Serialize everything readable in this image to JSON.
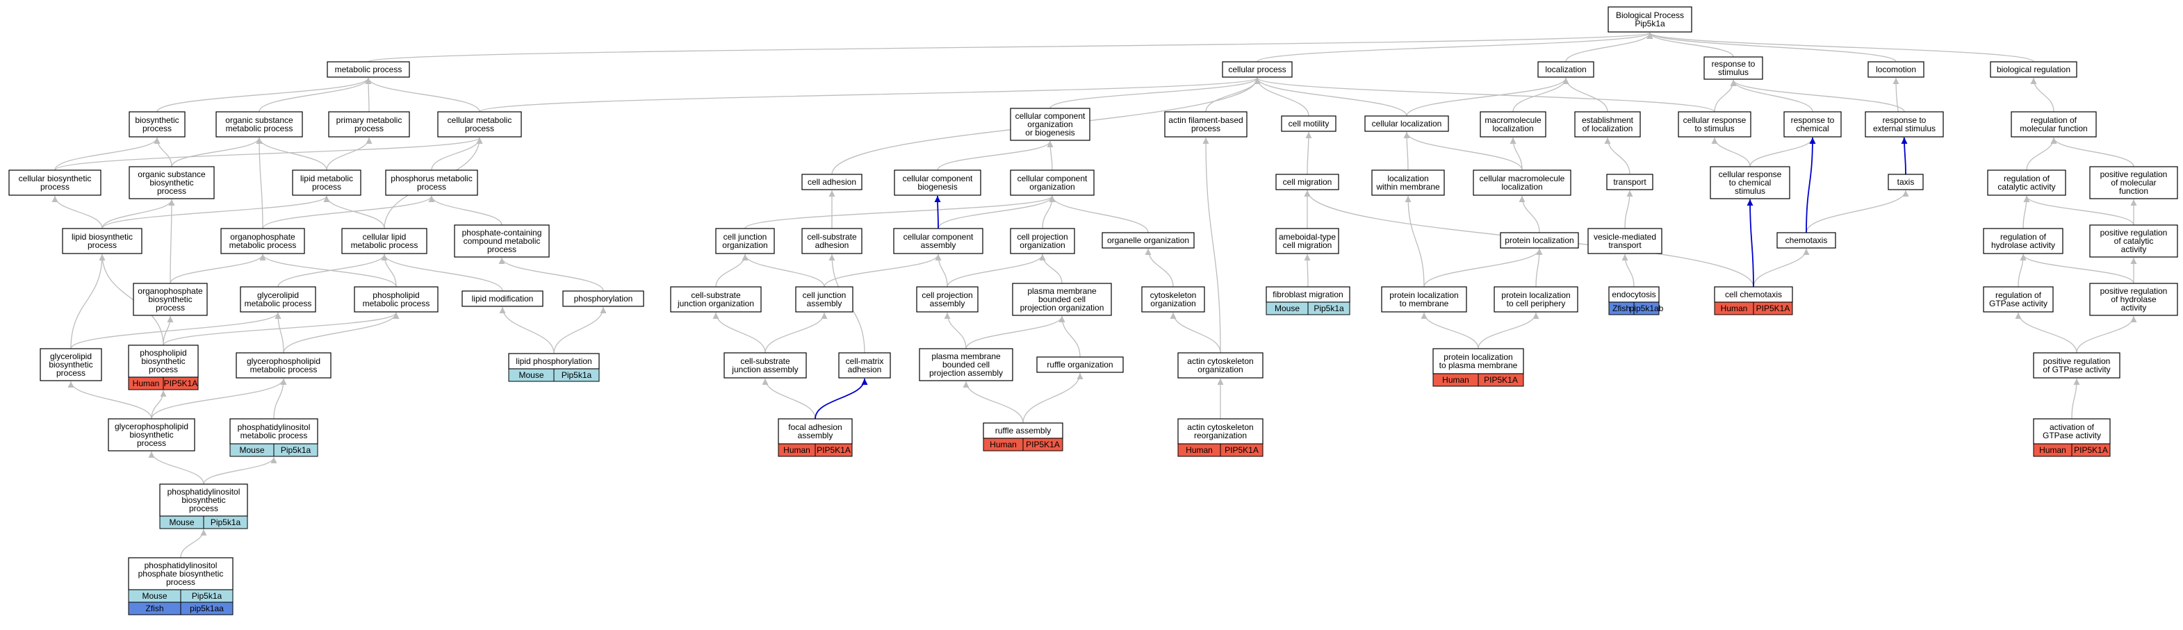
{
  "colors": {
    "edge_gray": "#bdbdbd",
    "edge_blue": "#0000cc",
    "human": "#ef5a45",
    "mouse": "#a7d9e3",
    "zfish": "#5b86e0",
    "node_border": "#000000",
    "node_fill": "#ffffff"
  },
  "nodes": [
    {
      "id": "bp",
      "lines": [
        "Biological Process",
        "Pip5k1a"
      ]
    },
    {
      "id": "metabolic",
      "lines": [
        "metabolic process"
      ]
    },
    {
      "id": "cellular_process",
      "lines": [
        "cellular process"
      ]
    },
    {
      "id": "localization",
      "lines": [
        "localization"
      ]
    },
    {
      "id": "response_stimulus",
      "lines": [
        "response to",
        "stimulus"
      ]
    },
    {
      "id": "locomotion",
      "lines": [
        "locomotion"
      ]
    },
    {
      "id": "bioreg",
      "lines": [
        "biological regulation"
      ]
    },
    {
      "id": "biosynthetic",
      "lines": [
        "biosynthetic",
        "process"
      ]
    },
    {
      "id": "organic_sub_met",
      "lines": [
        "organic substance",
        "metabolic process"
      ]
    },
    {
      "id": "primary_met",
      "lines": [
        "primary metabolic",
        "process"
      ]
    },
    {
      "id": "cellular_met",
      "lines": [
        "cellular metabolic",
        "process"
      ]
    },
    {
      "id": "ccob",
      "lines": [
        "cellular component",
        "organization",
        "or biogenesis"
      ]
    },
    {
      "id": "actin_fil",
      "lines": [
        "actin filament-based",
        "process"
      ]
    },
    {
      "id": "cell_motility",
      "lines": [
        "cell motility"
      ]
    },
    {
      "id": "cellular_loc",
      "lines": [
        "cellular localization"
      ]
    },
    {
      "id": "macromol_loc",
      "lines": [
        "macromolecule",
        "localization"
      ]
    },
    {
      "id": "estab_loc",
      "lines": [
        "establishment",
        "of localization"
      ]
    },
    {
      "id": "cell_resp_stim",
      "lines": [
        "cellular response",
        "to stimulus"
      ]
    },
    {
      "id": "resp_chem",
      "lines": [
        "response to",
        "chemical"
      ]
    },
    {
      "id": "resp_ext",
      "lines": [
        "response to",
        "external stimulus"
      ]
    },
    {
      "id": "reg_mf",
      "lines": [
        "regulation of",
        "molecular function"
      ]
    },
    {
      "id": "cell_biosyn",
      "lines": [
        "cellular biosynthetic",
        "process"
      ]
    },
    {
      "id": "org_sub_biosyn",
      "lines": [
        "organic substance",
        "biosynthetic",
        "process"
      ]
    },
    {
      "id": "lipid_met",
      "lines": [
        "lipid metabolic",
        "process"
      ]
    },
    {
      "id": "phosphorus_met",
      "lines": [
        "phosphorus metabolic",
        "process"
      ]
    },
    {
      "id": "cell_adhesion",
      "lines": [
        "cell adhesion"
      ]
    },
    {
      "id": "cc_biogenesis",
      "lines": [
        "cellular component",
        "biogenesis"
      ]
    },
    {
      "id": "cc_org",
      "lines": [
        "cellular component",
        "organization"
      ]
    },
    {
      "id": "cell_migration",
      "lines": [
        "cell migration"
      ]
    },
    {
      "id": "loc_within_mem",
      "lines": [
        "localization",
        "within membrane"
      ]
    },
    {
      "id": "cell_macromol_loc",
      "lines": [
        "cellular macromolecule",
        "localization"
      ]
    },
    {
      "id": "transport",
      "lines": [
        "transport"
      ]
    },
    {
      "id": "cell_resp_chem",
      "lines": [
        "cellular response",
        "to chemical",
        "stimulus"
      ]
    },
    {
      "id": "taxis",
      "lines": [
        "taxis"
      ]
    },
    {
      "id": "reg_cat",
      "lines": [
        "regulation of",
        "catalytic activity"
      ]
    },
    {
      "id": "pos_reg_mf",
      "lines": [
        "positive regulation",
        "of molecular",
        "function"
      ]
    },
    {
      "id": "lipid_biosyn",
      "lines": [
        "lipid biosynthetic",
        "process"
      ]
    },
    {
      "id": "organophos_met",
      "lines": [
        "organophosphate",
        "metabolic process"
      ]
    },
    {
      "id": "cell_lipid_met",
      "lines": [
        "cellular lipid",
        "metabolic process"
      ]
    },
    {
      "id": "phoscont_met",
      "lines": [
        "phosphate-containing",
        "compound metabolic",
        "process"
      ]
    },
    {
      "id": "cell_junc_org",
      "lines": [
        "cell junction",
        "organization"
      ]
    },
    {
      "id": "cell_sub_adh",
      "lines": [
        "cell-substrate",
        "adhesion"
      ]
    },
    {
      "id": "cc_assembly",
      "lines": [
        "cellular component",
        "assembly"
      ]
    },
    {
      "id": "cell_proj_org",
      "lines": [
        "cell projection",
        "organization"
      ]
    },
    {
      "id": "organelle_org",
      "lines": [
        "organelle organization"
      ]
    },
    {
      "id": "amoeboid",
      "lines": [
        "ameboidal-type",
        "cell migration"
      ]
    },
    {
      "id": "protein_loc",
      "lines": [
        "protein localization"
      ]
    },
    {
      "id": "vesicle_transport",
      "lines": [
        "vesicle-mediated",
        "transport"
      ]
    },
    {
      "id": "chemotaxis",
      "lines": [
        "chemotaxis"
      ]
    },
    {
      "id": "reg_hydrolase",
      "lines": [
        "regulation of",
        "hydrolase activity"
      ]
    },
    {
      "id": "pos_reg_cat",
      "lines": [
        "positive regulation",
        "of catalytic",
        "activity"
      ]
    },
    {
      "id": "organophos_biosyn",
      "lines": [
        "organophosphate",
        "biosynthetic",
        "process"
      ]
    },
    {
      "id": "glycerolipid_met",
      "lines": [
        "glycerolipid",
        "metabolic process"
      ]
    },
    {
      "id": "phospholipid_met",
      "lines": [
        "phospholipid",
        "metabolic process"
      ]
    },
    {
      "id": "lipid_mod",
      "lines": [
        "lipid modification"
      ]
    },
    {
      "id": "phosphorylation",
      "lines": [
        "phosphorylation"
      ]
    },
    {
      "id": "cs_junc_org",
      "lines": [
        "cell-substrate",
        "junction organization"
      ]
    },
    {
      "id": "cell_junc_asm",
      "lines": [
        "cell junction",
        "assembly"
      ]
    },
    {
      "id": "cell_proj_asm",
      "lines": [
        "cell projection",
        "assembly"
      ]
    },
    {
      "id": "pm_proj_org",
      "lines": [
        "plasma membrane",
        "bounded cell",
        "projection organization"
      ]
    },
    {
      "id": "cytoskel_org",
      "lines": [
        "cytoskeleton",
        "organization"
      ]
    },
    {
      "id": "fibro_mig",
      "lines": [
        "fibroblast migration"
      ],
      "tags": [
        [
          "Mouse",
          "Pip5k1a"
        ]
      ]
    },
    {
      "id": "prot_loc_mem",
      "lines": [
        "protein localization",
        "to membrane"
      ]
    },
    {
      "id": "prot_loc_periph",
      "lines": [
        "protein localization",
        "to cell periphery"
      ]
    },
    {
      "id": "endocytosis",
      "lines": [
        "endocytosis"
      ],
      "tags": [
        [
          "Zfish",
          "pip5k1ab"
        ]
      ]
    },
    {
      "id": "cell_chemotaxis",
      "lines": [
        "cell chemotaxis"
      ],
      "tags": [
        [
          "Human",
          "PIP5K1A"
        ]
      ]
    },
    {
      "id": "reg_gtpase",
      "lines": [
        "regulation of",
        "GTPase activity"
      ]
    },
    {
      "id": "pos_reg_hydro",
      "lines": [
        "positive regulation",
        "of hydrolase",
        "activity"
      ]
    },
    {
      "id": "glycerolipid_biosyn",
      "lines": [
        "glycerolipid",
        "biosynthetic",
        "process"
      ]
    },
    {
      "id": "phospholipid_biosyn",
      "lines": [
        "phospholipid",
        "biosynthetic",
        "process"
      ],
      "tags": [
        [
          "Human",
          "PIP5K1A"
        ]
      ]
    },
    {
      "id": "glycerophos_met",
      "lines": [
        "glycerophospholipid",
        "metabolic process"
      ]
    },
    {
      "id": "lipid_phos",
      "lines": [
        "lipid phosphorylation"
      ],
      "tags": [
        [
          "Mouse",
          "Pip5k1a"
        ]
      ]
    },
    {
      "id": "cs_junc_asm",
      "lines": [
        "cell-substrate",
        "junction assembly"
      ]
    },
    {
      "id": "cm_adhesion",
      "lines": [
        "cell-matrix",
        "adhesion"
      ]
    },
    {
      "id": "pm_proj_asm",
      "lines": [
        "plasma membrane",
        "bounded cell",
        "projection assembly"
      ]
    },
    {
      "id": "ruffle_org",
      "lines": [
        "ruffle organization"
      ]
    },
    {
      "id": "actin_cyto_org",
      "lines": [
        "actin cytoskeleton",
        "organization"
      ]
    },
    {
      "id": "prot_loc_pm",
      "lines": [
        "protein localization",
        "to plasma membrane"
      ],
      "tags": [
        [
          "Human",
          "PIP5K1A"
        ]
      ]
    },
    {
      "id": "pos_reg_gtpase",
      "lines": [
        "positive regulation",
        "of GTPase activity"
      ]
    },
    {
      "id": "glycerophos_biosyn",
      "lines": [
        "glycerophospholipid",
        "biosynthetic",
        "process"
      ]
    },
    {
      "id": "pi_met",
      "lines": [
        "phosphatidylinositol",
        "metabolic process"
      ],
      "tags": [
        [
          "Mouse",
          "Pip5k1a"
        ]
      ]
    },
    {
      "id": "focal_adh",
      "lines": [
        "focal adhesion",
        "assembly"
      ],
      "tags": [
        [
          "Human",
          "PIP5K1A"
        ]
      ]
    },
    {
      "id": "ruffle_asm",
      "lines": [
        "ruffle assembly"
      ],
      "tags": [
        [
          "Human",
          "PIP5K1A"
        ]
      ]
    },
    {
      "id": "actin_cyto_reorg",
      "lines": [
        "actin cytoskeleton",
        "reorganization"
      ],
      "tags": [
        [
          "Human",
          "PIP5K1A"
        ]
      ]
    },
    {
      "id": "act_gtpase",
      "lines": [
        "activation of",
        "GTPase activity"
      ],
      "tags": [
        [
          "Human",
          "PIP5K1A"
        ]
      ]
    },
    {
      "id": "pi_biosyn",
      "lines": [
        "phosphatidylinositol",
        "biosynthetic",
        "process"
      ],
      "tags": [
        [
          "Mouse",
          "Pip5k1a"
        ]
      ]
    },
    {
      "id": "pip_biosyn",
      "lines": [
        "phosphatidylinositol",
        "phosphate biosynthetic",
        "process"
      ],
      "tags": [
        [
          "Mouse",
          "Pip5k1a"
        ],
        [
          "Zfish",
          "pip5k1aa"
        ]
      ]
    }
  ],
  "edges": [
    [
      "metabolic",
      "bp"
    ],
    [
      "cellular_process",
      "bp"
    ],
    [
      "localization",
      "bp"
    ],
    [
      "response_stimulus",
      "bp"
    ],
    [
      "locomotion",
      "bp"
    ],
    [
      "bioreg",
      "bp"
    ],
    [
      "biosynthetic",
      "metabolic"
    ],
    [
      "organic_sub_met",
      "metabolic"
    ],
    [
      "primary_met",
      "metabolic"
    ],
    [
      "cellular_met",
      "metabolic"
    ],
    [
      "cellular_met",
      "cellular_process"
    ],
    [
      "ccob",
      "cellular_process"
    ],
    [
      "actin_fil",
      "cellular_process"
    ],
    [
      "cell_motility",
      "cellular_process"
    ],
    [
      "cellular_loc",
      "cellular_process"
    ],
    [
      "cellular_loc",
      "localization"
    ],
    [
      "macromol_loc",
      "localization"
    ],
    [
      "estab_loc",
      "localization"
    ],
    [
      "cell_resp_stim",
      "response_stimulus"
    ],
    [
      "cell_resp_stim",
      "cellular_process"
    ],
    [
      "resp_chem",
      "response_stimulus"
    ],
    [
      "resp_ext",
      "response_stimulus"
    ],
    [
      "reg_mf",
      "bioreg"
    ],
    [
      "cell_biosyn",
      "biosynthetic"
    ],
    [
      "cell_biosyn",
      "cellular_met"
    ],
    [
      "org_sub_biosyn",
      "biosynthetic"
    ],
    [
      "org_sub_biosyn",
      "organic_sub_met"
    ],
    [
      "lipid_met",
      "primary_met"
    ],
    [
      "lipid_met",
      "organic_sub_met"
    ],
    [
      "phosphorus_met",
      "cellular_met"
    ],
    [
      "cell_adhesion",
      "cellular_process"
    ],
    [
      "cc_biogenesis",
      "ccob"
    ],
    [
      "cc_org",
      "ccob"
    ],
    [
      "cell_migration",
      "cell_motility"
    ],
    [
      "loc_within_mem",
      "cellular_loc"
    ],
    [
      "cell_macromol_loc",
      "cellular_loc"
    ],
    [
      "cell_macromol_loc",
      "macromol_loc"
    ],
    [
      "transport",
      "estab_loc"
    ],
    [
      "cell_resp_chem",
      "cell_resp_stim"
    ],
    [
      "cell_resp_chem",
      "resp_chem"
    ],
    [
      "taxis",
      "resp_ext"
    ],
    [
      "taxis",
      "locomotion"
    ],
    [
      "reg_cat",
      "reg_mf"
    ],
    [
      "pos_reg_mf",
      "reg_mf"
    ],
    [
      "lipid_biosyn",
      "lipid_met"
    ],
    [
      "lipid_biosyn",
      "cell_biosyn"
    ],
    [
      "lipid_biosyn",
      "org_sub_biosyn"
    ],
    [
      "organophos_met",
      "phosphorus_met"
    ],
    [
      "organophos_met",
      "organic_sub_met"
    ],
    [
      "cell_lipid_met",
      "lipid_met"
    ],
    [
      "cell_lipid_met",
      "cellular_met"
    ],
    [
      "phoscont_met",
      "phosphorus_met"
    ],
    [
      "cell_junc_org",
      "cc_org"
    ],
    [
      "cell_sub_adh",
      "cell_adhesion"
    ],
    [
      "cc_assembly",
      "cc_org"
    ],
    [
      "cell_proj_org",
      "cc_org"
    ],
    [
      "organelle_org",
      "cc_org"
    ],
    [
      "amoeboid",
      "cell_migration"
    ],
    [
      "protein_loc",
      "cell_macromol_loc"
    ],
    [
      "vesicle_transport",
      "transport"
    ],
    [
      "chemotaxis",
      "taxis"
    ],
    [
      "chemotaxis",
      "resp_chem"
    ],
    [
      "reg_hydrolase",
      "reg_cat"
    ],
    [
      "pos_reg_cat",
      "reg_cat"
    ],
    [
      "pos_reg_cat",
      "pos_reg_mf"
    ],
    [
      "organophos_biosyn",
      "organophos_met"
    ],
    [
      "organophos_biosyn",
      "org_sub_biosyn"
    ],
    [
      "glycerolipid_met",
      "cell_lipid_met"
    ],
    [
      "phospholipid_met",
      "cell_lipid_met"
    ],
    [
      "phospholipid_met",
      "organophos_met"
    ],
    [
      "lipid_mod",
      "cell_lipid_met"
    ],
    [
      "phosphorylation",
      "phoscont_met"
    ],
    [
      "cs_junc_org",
      "cell_junc_org"
    ],
    [
      "cell_junc_asm",
      "cell_junc_org"
    ],
    [
      "cell_junc_asm",
      "cc_assembly"
    ],
    [
      "cell_proj_asm",
      "cell_proj_org"
    ],
    [
      "cell_proj_asm",
      "cc_assembly"
    ],
    [
      "pm_proj_org",
      "cell_proj_org"
    ],
    [
      "cytoskel_org",
      "organelle_org"
    ],
    [
      "fibro_mig",
      "amoeboid"
    ],
    [
      "prot_loc_mem",
      "protein_loc"
    ],
    [
      "prot_loc_mem",
      "loc_within_mem"
    ],
    [
      "prot_loc_periph",
      "protein_loc"
    ],
    [
      "endocytosis",
      "vesicle_transport"
    ],
    [
      "cell_chemotaxis",
      "chemotaxis"
    ],
    [
      "cell_chemotaxis",
      "cell_migration"
    ],
    [
      "reg_gtpase",
      "reg_hydrolase"
    ],
    [
      "pos_reg_hydro",
      "reg_hydrolase"
    ],
    [
      "pos_reg_hydro",
      "pos_reg_cat"
    ],
    [
      "glycerolipid_biosyn",
      "glycerolipid_met"
    ],
    [
      "glycerolipid_biosyn",
      "lipid_biosyn"
    ],
    [
      "phospholipid_biosyn",
      "phospholipid_met"
    ],
    [
      "phospholipid_biosyn",
      "lipid_biosyn"
    ],
    [
      "phospholipid_biosyn",
      "organophos_biosyn"
    ],
    [
      "glycerophos_met",
      "glycerolipid_met"
    ],
    [
      "glycerophos_met",
      "phospholipid_met"
    ],
    [
      "lipid_phos",
      "lipid_mod"
    ],
    [
      "lipid_phos",
      "phosphorylation"
    ],
    [
      "cs_junc_asm",
      "cs_junc_org"
    ],
    [
      "cs_junc_asm",
      "cell_junc_asm"
    ],
    [
      "cm_adhesion",
      "cell_sub_adh"
    ],
    [
      "pm_proj_asm",
      "pm_proj_org"
    ],
    [
      "pm_proj_asm",
      "cell_proj_asm"
    ],
    [
      "ruffle_org",
      "pm_proj_org"
    ],
    [
      "actin_cyto_org",
      "cytoskel_org"
    ],
    [
      "actin_cyto_org",
      "actin_fil"
    ],
    [
      "prot_loc_pm",
      "prot_loc_mem"
    ],
    [
      "prot_loc_pm",
      "prot_loc_periph"
    ],
    [
      "pos_reg_gtpase",
      "reg_gtpase"
    ],
    [
      "pos_reg_gtpase",
      "pos_reg_hydro"
    ],
    [
      "glycerophos_biosyn",
      "glycerolipid_biosyn"
    ],
    [
      "glycerophos_biosyn",
      "phospholipid_biosyn"
    ],
    [
      "glycerophos_biosyn",
      "glycerophos_met"
    ],
    [
      "pi_met",
      "glycerophos_met"
    ],
    [
      "focal_adh",
      "cs_junc_asm"
    ],
    [
      "ruffle_asm",
      "ruffle_org"
    ],
    [
      "ruffle_asm",
      "pm_proj_asm"
    ],
    [
      "actin_cyto_reorg",
      "actin_cyto_org"
    ],
    [
      "act_gtpase",
      "pos_reg_gtpase"
    ],
    [
      "pi_biosyn",
      "pi_met"
    ],
    [
      "pi_biosyn",
      "glycerophos_biosyn"
    ],
    [
      "pip_biosyn",
      "pi_biosyn"
    ]
  ],
  "blue_edges": [
    [
      "focal_adh",
      "cm_adhesion"
    ],
    [
      "cc_assembly",
      "cc_biogenesis"
    ],
    [
      "cell_chemotaxis",
      "cell_resp_chem"
    ],
    [
      "chemotaxis",
      "resp_chem"
    ],
    [
      "taxis",
      "resp_ext"
    ]
  ]
}
